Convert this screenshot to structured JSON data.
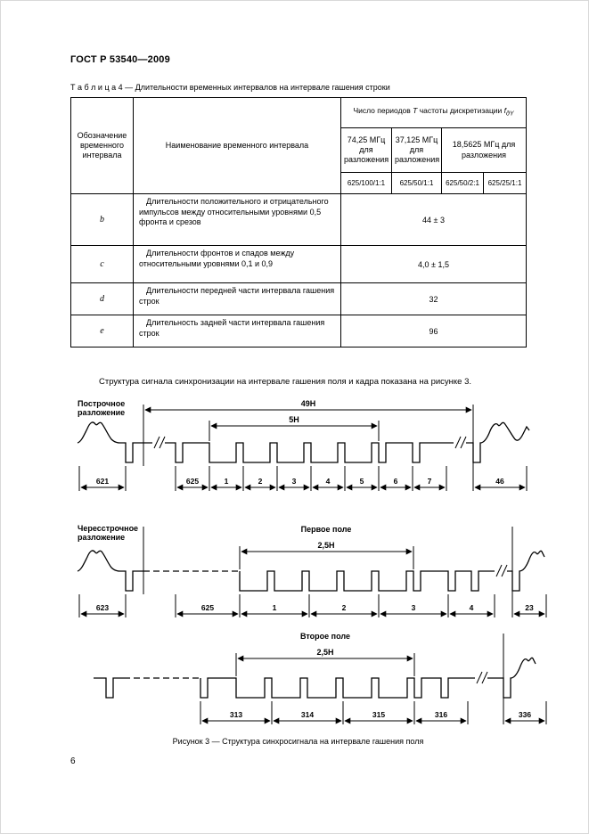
{
  "page": {
    "header_title": "ГОСТ Р 53540—2009",
    "page_number": "6"
  },
  "table": {
    "caption": "Т а б л и ц а  4 — Длительности временных интервалов на интервале гашения строки",
    "headers": {
      "designation": "Обозначение временного интервала",
      "name": "Наименование временного интервала",
      "group_prefix": "Число периодов ",
      "group_t": "T",
      "group_mid": " частоты дискретизации ",
      "group_f": "f",
      "group_sub": "дY",
      "freq1": "74,25 МГц для разложения",
      "freq2": "37,125 МГц для разложения",
      "freq3": "18,5625 МГц для разложения",
      "mode1": "625/100/1:1",
      "mode2": "625/50/1:1",
      "mode3": "625/50/2:1",
      "mode4": "625/25/1:1"
    },
    "rows": [
      {
        "symbol": "b",
        "name": "Длительности положительного и отрицательного импульсов между относительными уровнями 0,5 фронта и срезов",
        "value": "44 ± 3"
      },
      {
        "symbol": "c",
        "name": "Длительности фронтов и спадов между относительными уровнями 0,1 и 0,9",
        "value": "4,0 ± 1,5"
      },
      {
        "symbol": "d",
        "name": "Длительности передней части интервала гашения строк",
        "value": "32"
      },
      {
        "symbol": "e",
        "name": "Длительность задней части интервала гашения строк",
        "value": "96"
      }
    ]
  },
  "paragraph": "Структура сигнала синхронизации на интервале гашения поля и кадра показана на рисунке 3.",
  "figure": {
    "caption": "Рисунок 3 — Структура синхросигнала на интервале гашения поля",
    "progressive": {
      "label1": "Построчное",
      "label2": "разложение",
      "span_total": "49Н",
      "span_field": "5Н",
      "intervals": [
        "621",
        "625",
        "1",
        "2",
        "3",
        "4",
        "5",
        "6",
        "7",
        "46"
      ]
    },
    "interlaced": {
      "label1": "Чересстрочное",
      "label2": "разложение"
    },
    "field1": {
      "title": "Первое поле",
      "span": "2,5Н",
      "intervals": [
        "623",
        "625",
        "1",
        "2",
        "3",
        "4",
        "23"
      ]
    },
    "field2": {
      "title": "Второе поле",
      "span": "2,5Н",
      "intervals": [
        "313",
        "314",
        "315",
        "316",
        "336"
      ]
    }
  }
}
